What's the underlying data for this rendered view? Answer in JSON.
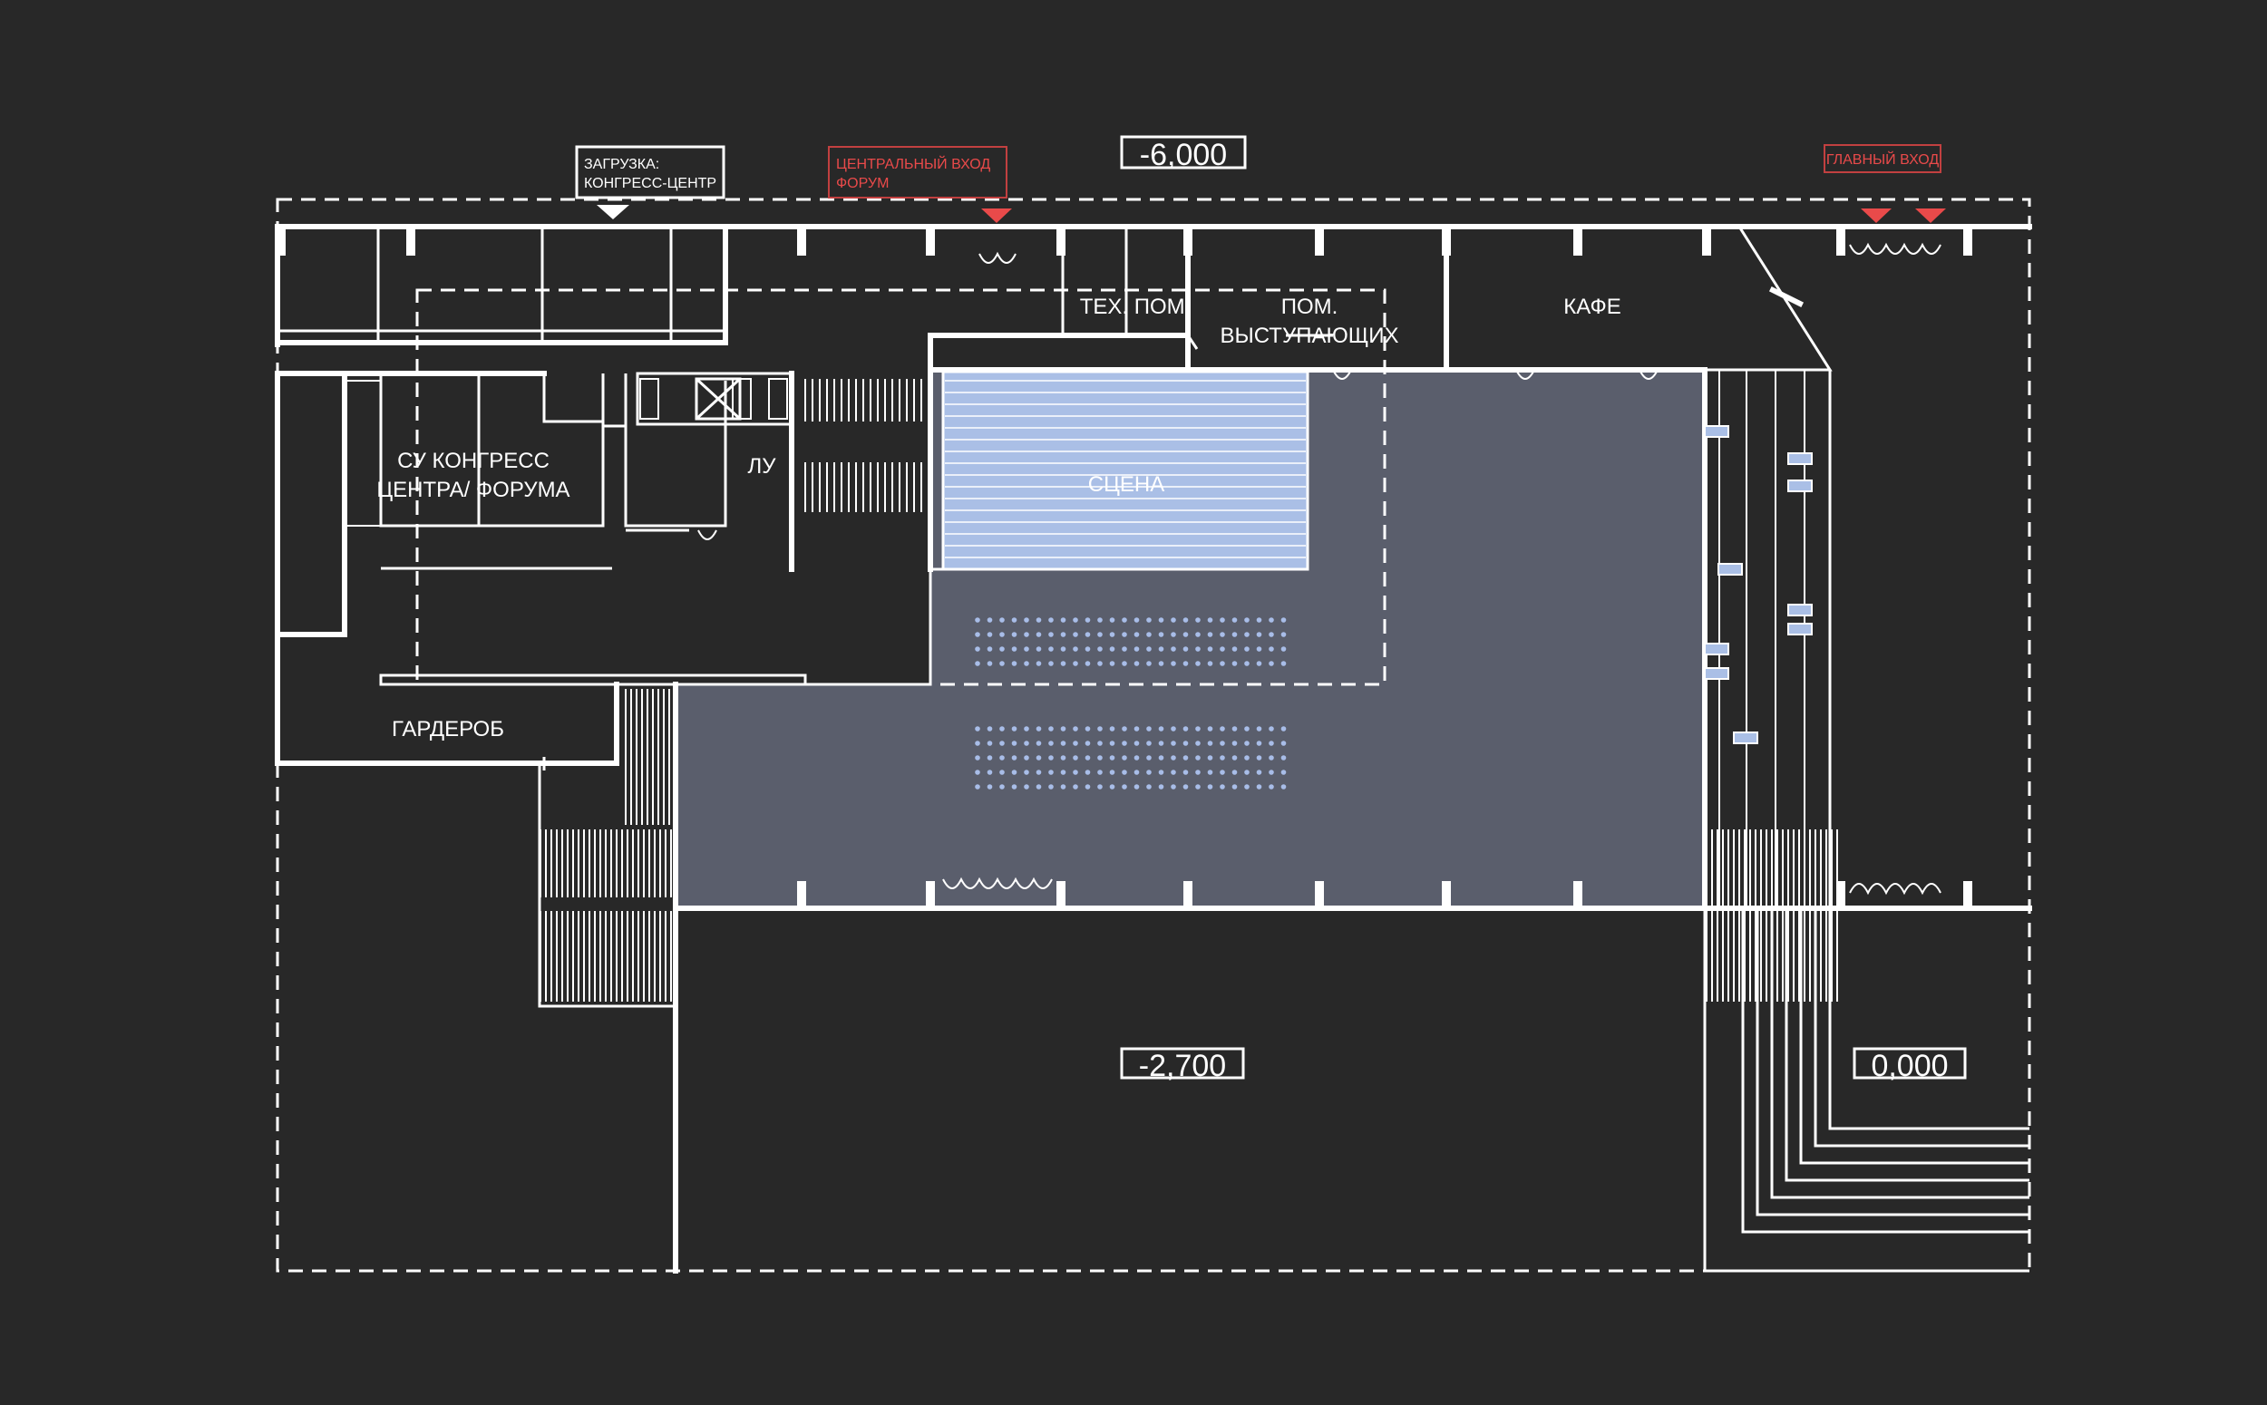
{
  "labels": {
    "level_top": "-6,000",
    "level_mid": "-2,700",
    "level_right": "0,000",
    "loading_line1": "ЗАГРУЗКА:",
    "loading_line2": "КОНГРЕСС-ЦЕНТР",
    "central_line1": "ЦЕНТРАЛЬНЫЙ ВХОД",
    "central_line2": "ФОРУМ",
    "main_entrance": "ГЛАВНЫЙ ВХОД",
    "tech_room": "ТЕХ. ПОМ.",
    "speakers_line1": "ПОМ.",
    "speakers_line2": "ВЫСТУПАЮЩИХ",
    "cafe": "КАФЕ",
    "su_line1": "СУ КОНГРЕСС",
    "su_line2": "ЦЕНТРА/ ФОРУМА",
    "lu": "ЛУ",
    "stage": "СЦЕНА",
    "wardrobe": "ГАРДЕРОБ"
  },
  "colors": {
    "background": "#282828",
    "line": "#ffffff",
    "hall_fill": "#5a5e6c",
    "stage_fill": "#aabfe6",
    "seat_dot": "#a8bde8",
    "entrance_marker": "#e94a4a",
    "entrance_frame": "#c24040"
  }
}
